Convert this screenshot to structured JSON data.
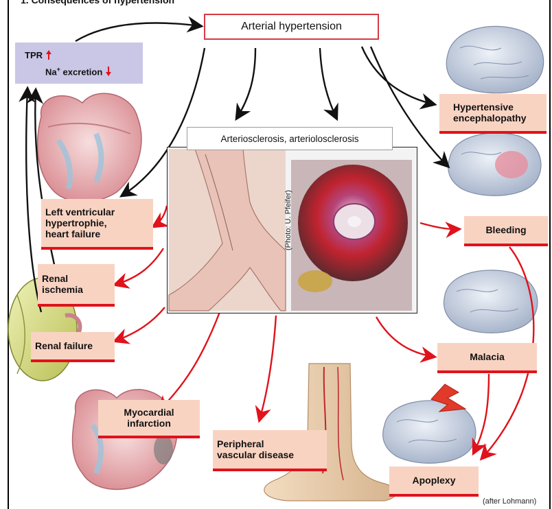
{
  "header_fragment": "1. Consequences of hypertension",
  "top_node": "Arterial hypertension",
  "tpr": {
    "label": "TPR",
    "na_prefix": "Na",
    "na_sup": "+",
    "na_suffix": " excretion"
  },
  "central_node": "Arteriosclerosis, arteriolosclerosis",
  "photo_credit": "(Photo: U. Pfeifer)",
  "source_credit": "(after Lohmann)",
  "consequences": {
    "lv_hypertrophy": "Left ventricular\nhypertrophie,\nheart failure",
    "renal_ischemia": "Renal\nischemia",
    "renal_failure": "Renal failure",
    "myocardial_infarction": "Myocardial\ninfarction",
    "peripheral_vascular": "Peripheral\nvascular disease",
    "hypertensive_encephalopathy": "Hypertensive\nencephalopathy",
    "bleeding": "Bleeding",
    "malacia": "Malacia",
    "apoplexy": "Apoplexy"
  },
  "colors": {
    "arrow_black": "#111111",
    "arrow_red": "#e0121b",
    "box_fill": "#f9d3c2",
    "tpr_fill": "#c9c6e6"
  }
}
